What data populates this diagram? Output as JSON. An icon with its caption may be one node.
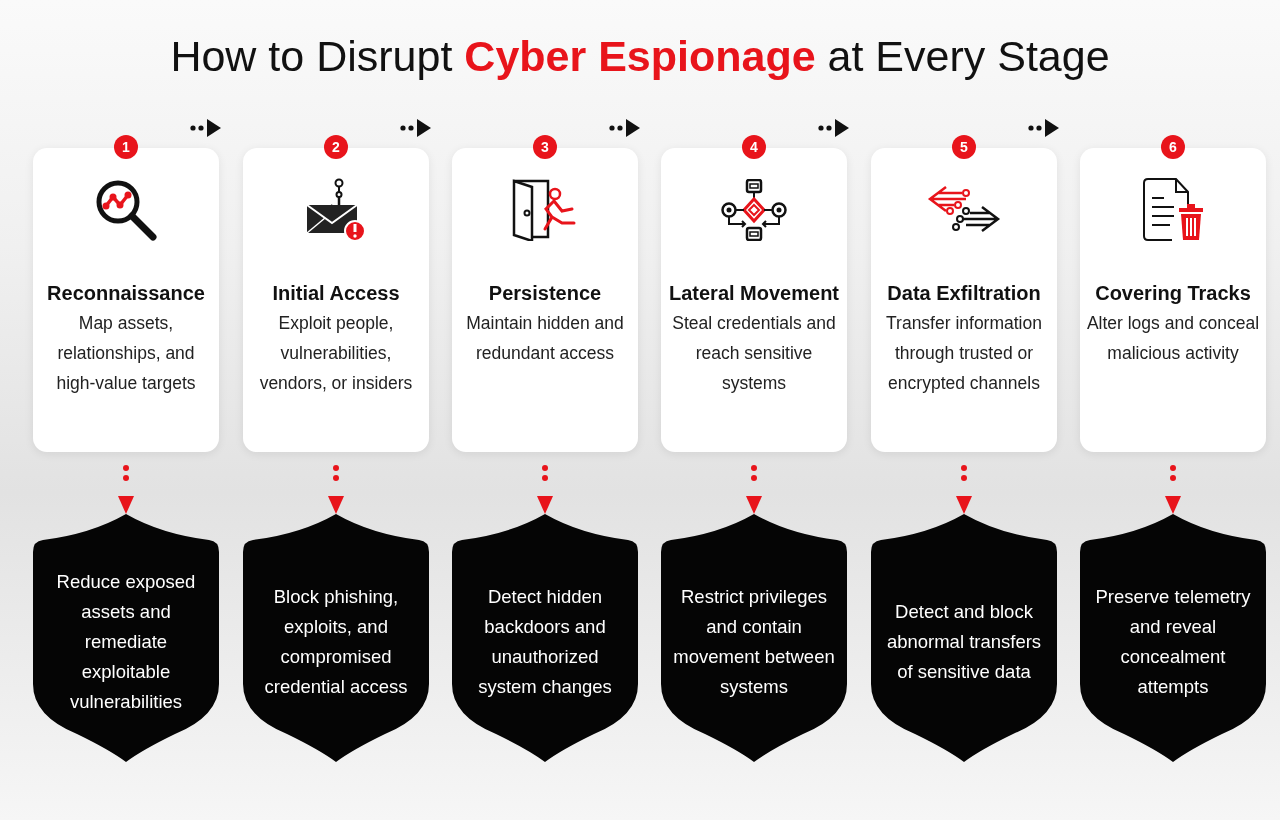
{
  "diagram": {
    "title": "How to Disrupt **Cyber Espionage** at Every Stage",
    "nodes": [
      {
        "text": [
          "1",
          "Reconnaissance",
          "Map assets, relationships, and high-value targets"
        ]
      },
      {
        "text": [
          "2",
          "Initial Access",
          "Exploit people, vulnerabilities, vendors, or insiders"
        ]
      },
      {
        "text": [
          "3",
          "Persistence",
          "Maintain hidden and redundant access"
        ]
      },
      {
        "text": [
          "4",
          "Lateral Movement",
          "Steal credentials and reach sensitive systems"
        ]
      },
      {
        "text": [
          "5",
          "Data Exfiltration",
          "Transfer information through trusted or encrypted channels"
        ]
      },
      {
        "text": [
          "6",
          "Covering Tracks",
          "Alter logs and conceal malicious activity"
        ]
      },
      {
        "text": [
          "Reduce exposed assets and remediate exploitable vulnerabilities"
        ]
      },
      {
        "text": [
          "Block phishing, exploits, and compromised credential access"
        ]
      },
      {
        "text": [
          "Detect hidden backdoors and unauthorized system changes"
        ]
      },
      {
        "text": [
          "Restrict privileges and contain movement between systems"
        ]
      },
      {
        "text": [
          "Detect and block abnormal transfers of sensitive data"
        ]
      },
      {
        "text": [
          "Preserve telemetry and reveal concealment attempts"
        ]
      }
    ],
    "edges": [
      {
        "from": 0,
        "to": 6,
        "arrow": "to",
        "style": "dashed"
      },
      {
        "from": 1,
        "to": 7,
        "arrow": "to",
        "style": "dashed"
      },
      {
        "from": 2,
        "to": 8,
        "arrow": "to",
        "style": "dashed"
      },
      {
        "from": 3,
        "to": 9,
        "arrow": "to",
        "style": "dashed"
      },
      {
        "from": 4,
        "to": 10,
        "arrow": "to",
        "style": "dashed"
      },
      {
        "from": 5,
        "to": 11,
        "arrow": "to",
        "style": "dashed"
      }
    ]
  }
}
